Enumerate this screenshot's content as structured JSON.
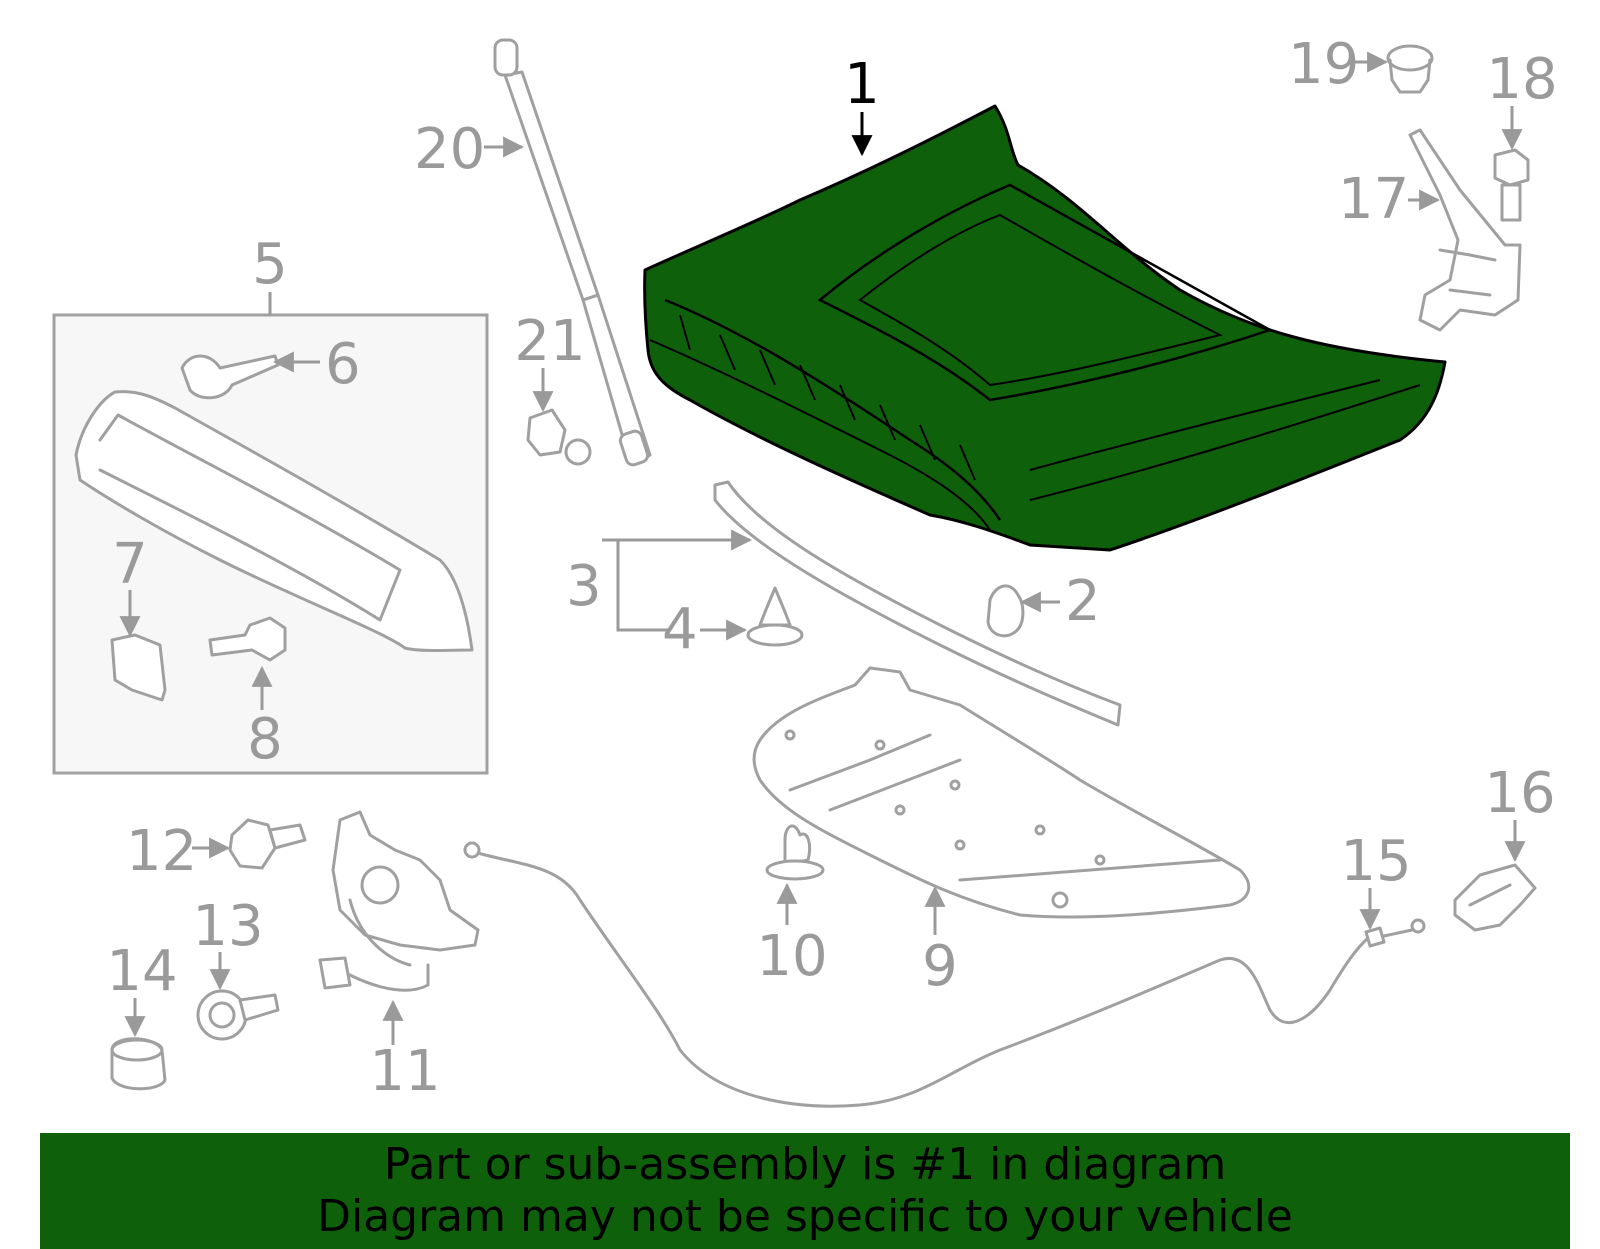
{
  "callouts": {
    "c1": "1",
    "c2": "2",
    "c3": "3",
    "c4": "4",
    "c5": "5",
    "c6": "6",
    "c7": "7",
    "c8": "8",
    "c9": "9",
    "c10": "10",
    "c11": "11",
    "c12": "12",
    "c13": "13",
    "c14": "14",
    "c15": "15",
    "c16": "16",
    "c17": "17",
    "c18": "18",
    "c19": "19",
    "c20": "20",
    "c21": "21"
  },
  "banner": {
    "line1": "Part or sub-assembly is #1 in diagram",
    "line2": "Diagram may not be specific to your vehicle"
  },
  "colors": {
    "highlight": "#0f600a",
    "parts": "#a0a0a0",
    "callout": "#9a9a9a"
  }
}
